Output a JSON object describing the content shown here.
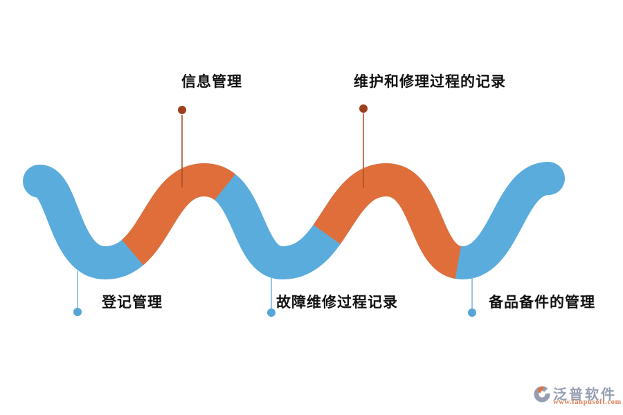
{
  "diagram": {
    "title": "",
    "type": "snake-flow-timeline",
    "top_labels": [
      {
        "text": "信息管理"
      },
      {
        "text": "维护和修理过程的记录"
      }
    ],
    "bottom_labels": [
      {
        "text": "登记管理"
      },
      {
        "text": "故障维修过程记录"
      },
      {
        "text": "备品备件的管理"
      }
    ]
  },
  "colors": {
    "wave_blue": "#5AACDC",
    "wave_orange": "#E06E3A",
    "top_connector_line": "#A85028",
    "top_connector_dot": "#9E3F1D",
    "bottom_connector_line": "#7FB8E0",
    "bottom_connector_dot": "#55A5D7",
    "label_text": "#111111",
    "logo_text": "#969EB2",
    "logo_accent": "#E5703C",
    "logo_url_text": "#DB7F55"
  },
  "logo": {
    "name": "泛普软件",
    "url": "www.fanpusoft.com"
  }
}
